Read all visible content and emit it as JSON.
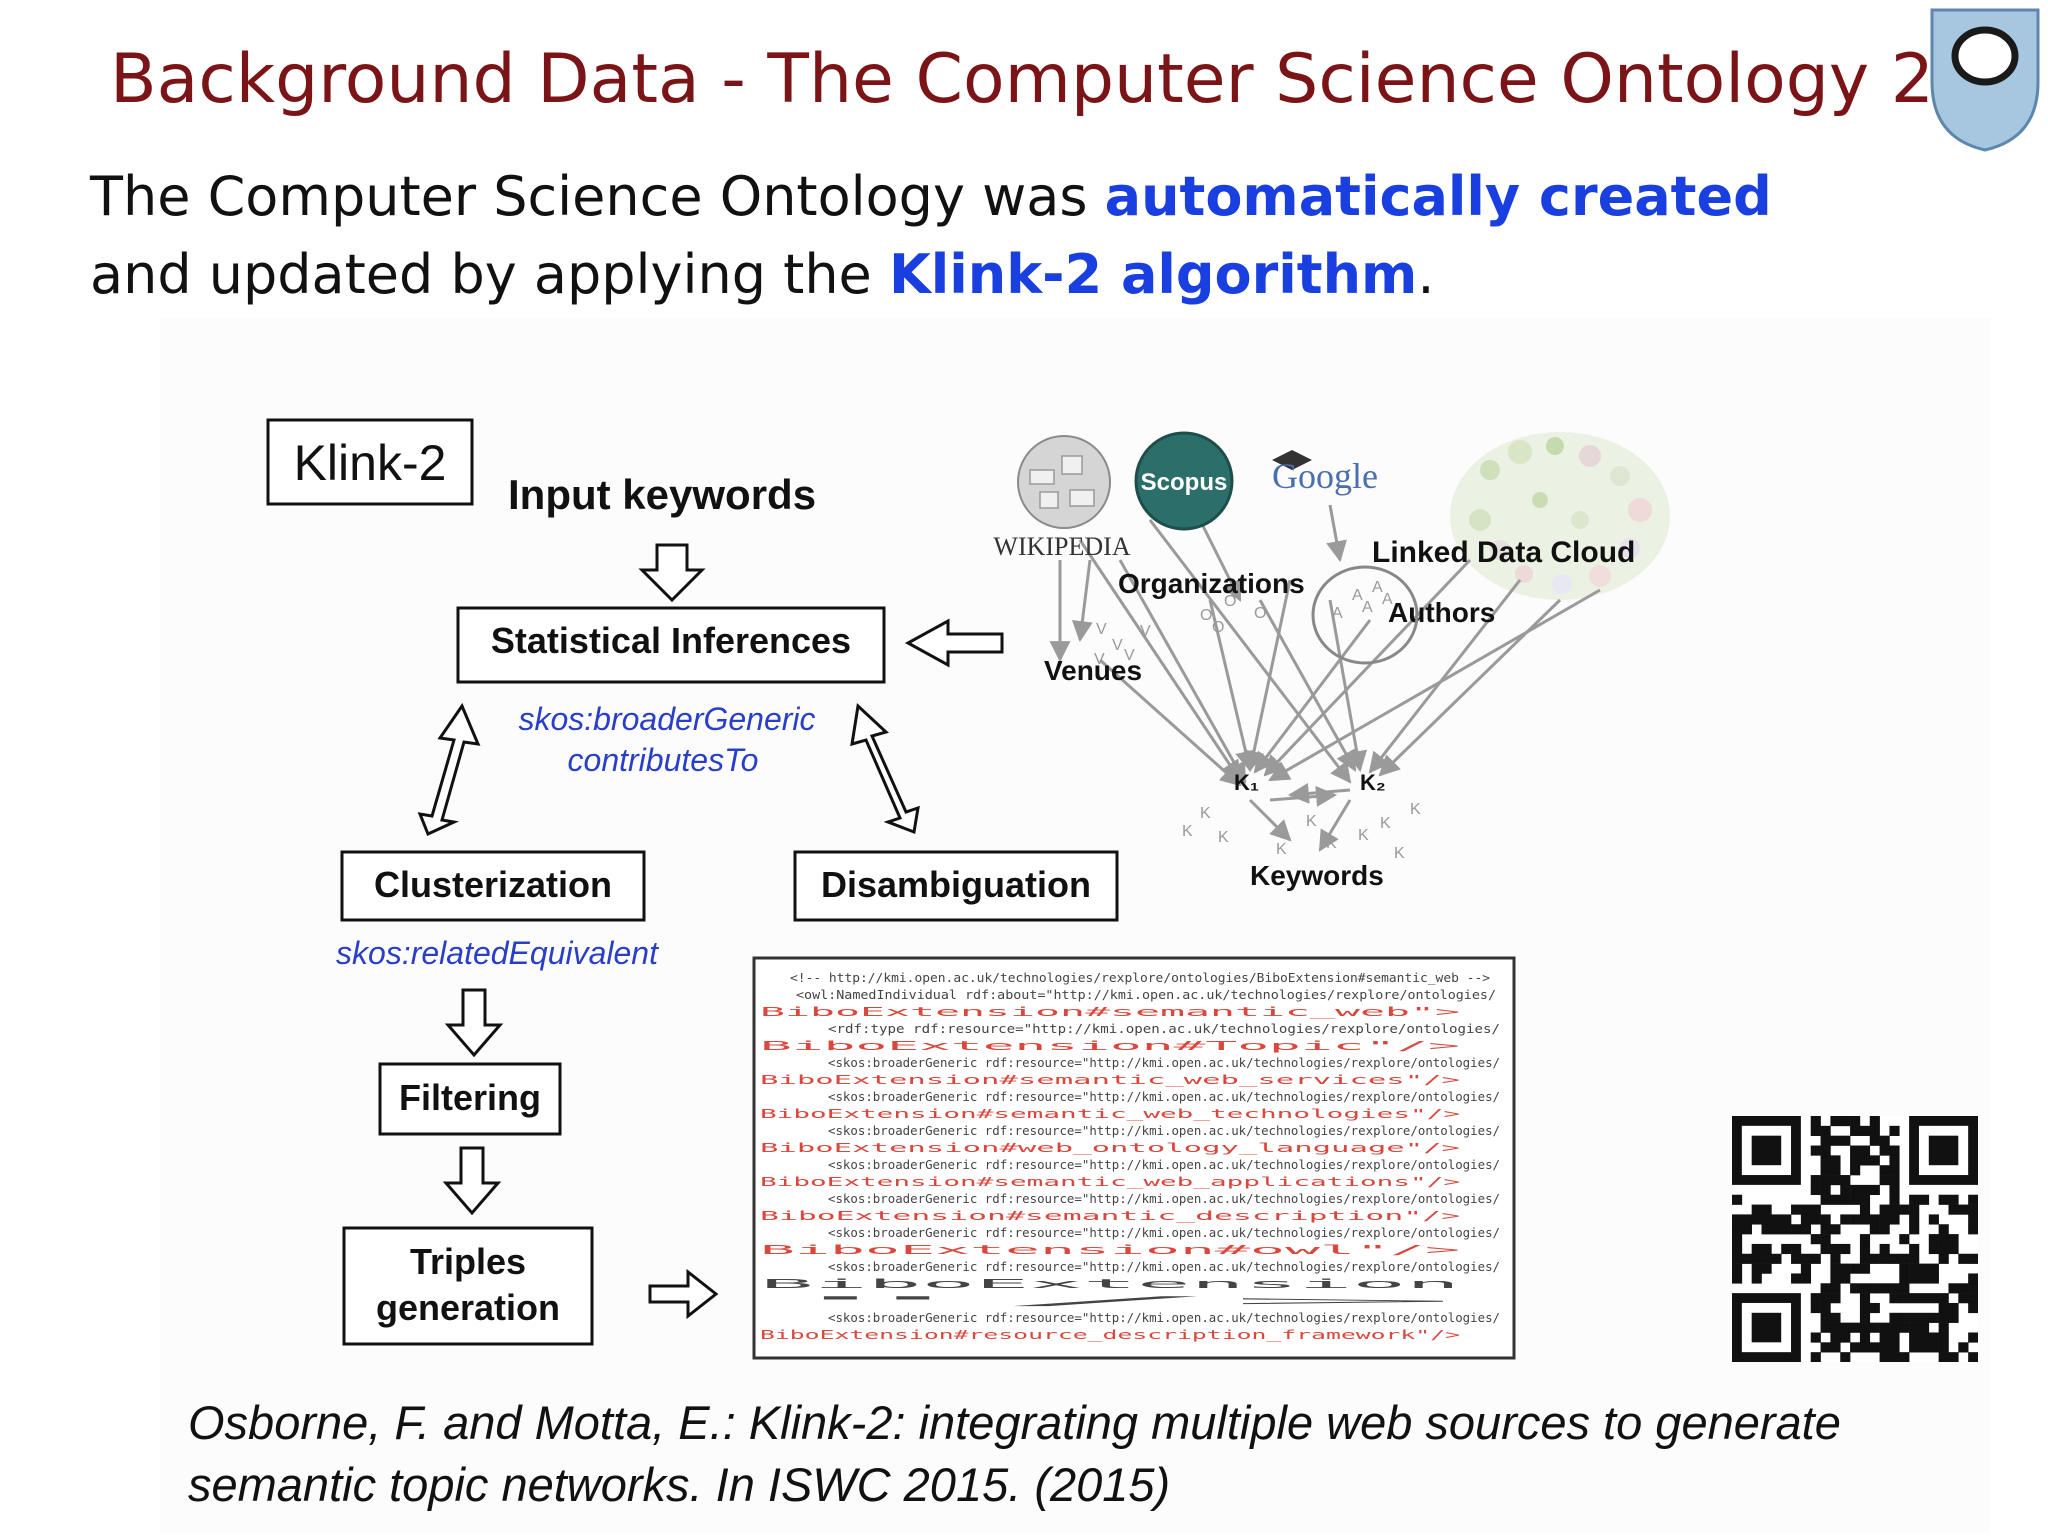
{
  "slide": {
    "title": "Background Data - The Computer Science Ontology 2",
    "intro": {
      "part1": "The Computer Science Ontology was ",
      "highlight1": "automatically created",
      "part2": " and updated by applying the ",
      "highlight2": "Klink-2 algorithm",
      "part3": "."
    },
    "citation": "Osborne, F. and Motta, E.: Klink-2: integrating multiple web sources to generate semantic topic networks. In ISWC 2015. (2015)"
  },
  "diagram": {
    "klink_label": "Klink-2",
    "input_label": "Input keywords",
    "steps": {
      "statistical": "Statistical Inferences",
      "clusterization": "Clusterization",
      "disambiguation": "Disambiguation",
      "filtering": "Filtering",
      "triples_line1": "Triples",
      "triples_line2": "generation"
    },
    "relations": {
      "broader_generic": "skos:broaderGeneric",
      "contributes_to": "contributesTo",
      "related_equivalent": "skos:relatedEquivalent"
    },
    "sources": {
      "wikipedia": "WIKIPEDIA",
      "scopus": "Scopus",
      "google": "Google",
      "linked_data": "Linked Data Cloud",
      "organizations": "Organizations",
      "authors": "Authors",
      "venues": "Venues",
      "keywords": "Keywords",
      "k1": "K₁",
      "k2": "K₂"
    },
    "code_lines": [
      "<!-- http://kmi.open.ac.uk/technologies/rexplore/ontologies/BiboExtension#semantic_web -->",
      "<owl:NamedIndividual rdf:about=\"http://kmi.open.ac.uk/technologies/rexplore/ontologies/",
      "BiboExtension#semantic_web\">",
      "<rdf:type rdf:resource=\"http://kmi.open.ac.uk/technologies/rexplore/ontologies/",
      "BiboExtension#Topic\"/>",
      "<skos:broaderGeneric rdf:resource=\"http://kmi.open.ac.uk/technologies/rexplore/ontologies/",
      "BiboExtension#semantic_web_services\"/>",
      "<skos:broaderGeneric rdf:resource=\"http://kmi.open.ac.uk/technologies/rexplore/ontologies/",
      "BiboExtension#semantic_web_technologies\"/>",
      "<skos:broaderGeneric rdf:resource=\"http://kmi.open.ac.uk/technologies/rexplore/ontologies/",
      "BiboExtension#web_ontology_language\"/>",
      "<skos:broaderGeneric rdf:resource=\"http://kmi.open.ac.uk/technologies/rexplore/ontologies/",
      "BiboExtension#semantic_web_applications\"/>",
      "<skos:broaderGeneric rdf:resource=\"http://kmi.open.ac.uk/technologies/rexplore/ontologies/",
      "BiboExtension#semantic_description\"/>",
      "<skos:broaderGeneric rdf:resource=\"http://kmi.open.ac.uk/technologies/rexplore/ontologies/",
      "BiboExtension#owl\"/>",
      "<skos:broaderGeneric rdf:resource=\"http://kmi.open.ac.uk/technologies/rexplore/ontologies/",
      "BiboExtension",
      "\"/>",
      "<skos:broaderGeneric rdf:resource=\"http://kmi.open.ac.uk/technologies/rexplore/ontologies/",
      "BiboExtension#resource_description_framework\"/>"
    ]
  },
  "colors": {
    "title": "#7a1417",
    "highlight": "#1a3fe0",
    "relation": "#2a3fc8",
    "code_red": "#d9473d"
  }
}
